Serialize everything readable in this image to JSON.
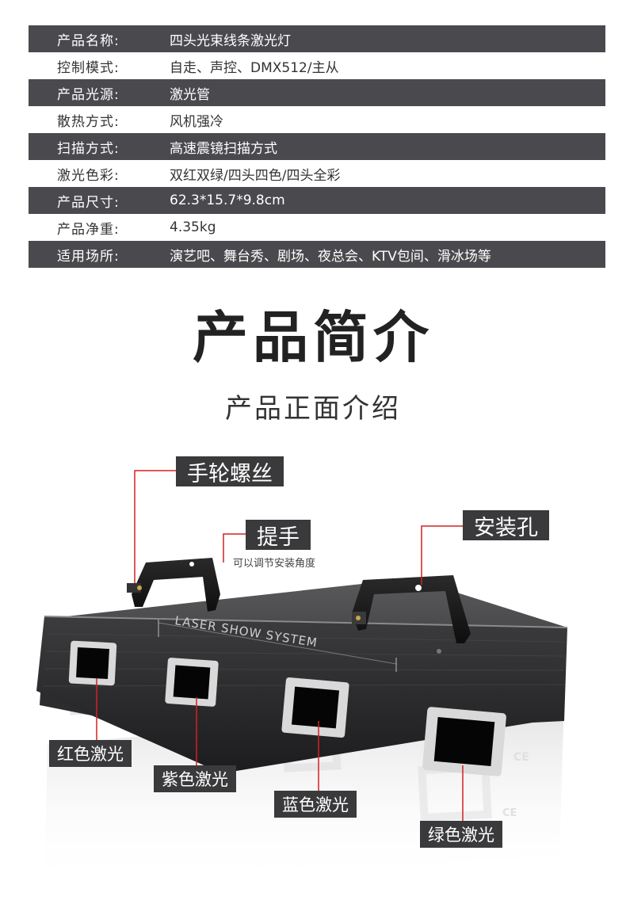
{
  "specs": [
    {
      "label": "产品名称:",
      "value": "四头光束线条激光灯"
    },
    {
      "label": "控制模式:",
      "value": "自走、声控、DMX512/主从"
    },
    {
      "label": "产品光源:",
      "value": "激光管"
    },
    {
      "label": "散热方式:",
      "value": "风机强冷"
    },
    {
      "label": "扫描方式:",
      "value": "高速震镜扫描方式"
    },
    {
      "label": "激光色彩:",
      "value": "双红双绿/四头四色/四头全彩"
    },
    {
      "label": "产品尺寸:",
      "value": "62.3*15.7*9.8cm"
    },
    {
      "label": "产品净重:",
      "value": "4.35kg"
    },
    {
      "label": "适用场所:",
      "value": "演艺吧、舞台秀、剧场、夜总会、KTV包间、滑冰场等"
    }
  ],
  "section": {
    "title": "产品简介",
    "subtitle": "产品正面介绍"
  },
  "product": {
    "panel_text": "LASER SHOW SYSTEM",
    "ce_mark": "CE",
    "callouts": {
      "hand_screw": "手轮螺丝",
      "handle": "提手",
      "handle_note": "可以调节安装角度",
      "mount_hole": "安装孔",
      "red_laser": "红色激光",
      "purple_laser": "紫色激光",
      "blue_laser": "蓝色激光",
      "green_laser": "绿色激光"
    }
  },
  "colors": {
    "row_dark": "#4a4a4e",
    "leader_red": "#d42020",
    "tag_bg": "#3a3a3c"
  }
}
